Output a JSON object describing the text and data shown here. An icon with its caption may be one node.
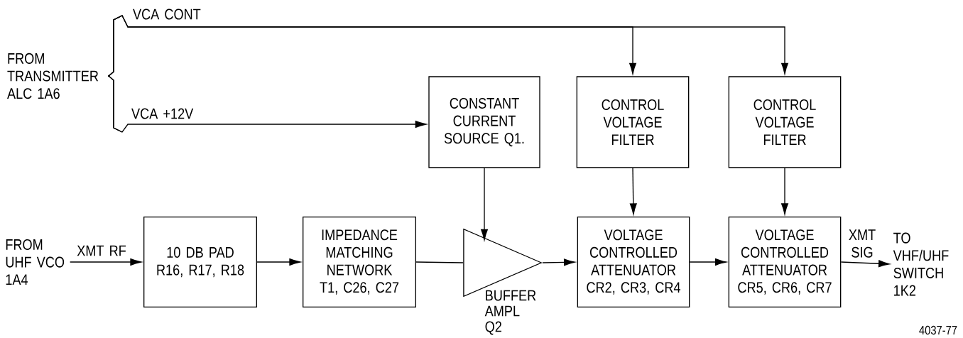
{
  "diagram": {
    "nodes": [
      {
        "text": [
          "FROM TRANSMITTER ALC 1A6"
        ]
      },
      {
        "text": [
          "CONSTANT CURRENT SOURCE Q1."
        ]
      },
      {
        "text": [
          "CONTROL VOLTAGE FILTER"
        ]
      },
      {
        "text": [
          "CONTROL VOLTAGE FILTER"
        ]
      },
      {
        "text": [
          "FROM UHF VCO 1A4"
        ]
      },
      {
        "text": [
          "10 DB PAD R16, R17, R18"
        ]
      },
      {
        "text": [
          "IMPEDANCE MATCHING NETWORK T1, C26, C27"
        ]
      },
      {
        "text": [],
        "shape": "triangle",
        "beside": [
          "BUFFER AMPL Q2"
        ]
      },
      {
        "text": [
          "VOLTAGE CONTROLLED ATTENUATOR CR2, CR3, CR4"
        ]
      },
      {
        "text": [
          "VOLTAGE CONTROLLED ATTENUATOR CR5, CR6, CR7"
        ]
      },
      {
        "text": [
          "TO VHF/UHF SWITCH 1K2"
        ]
      }
    ],
    "edges": [
      {
        "from": 0,
        "to": 2,
        "arrow": "to",
        "label": "VCA CONT"
      },
      {
        "from": 0,
        "to": 3,
        "arrow": "to"
      },
      {
        "from": 0,
        "to": 1,
        "arrow": "to",
        "label": "VCA +12V"
      },
      {
        "from": 1,
        "to": 7,
        "arrow": "to"
      },
      {
        "from": 2,
        "to": 8,
        "arrow": "to"
      },
      {
        "from": 3,
        "to": 9,
        "arrow": "to"
      },
      {
        "from": 4,
        "to": 5,
        "arrow": "to",
        "label": "XMT RF"
      },
      {
        "from": 5,
        "to": 6,
        "arrow": "to"
      },
      {
        "from": 6,
        "to": 7,
        "arrow": "none"
      },
      {
        "from": 7,
        "to": 8,
        "arrow": "to"
      },
      {
        "from": 8,
        "to": 9,
        "arrow": "to"
      },
      {
        "from": 9,
        "to": 10,
        "arrow": "to",
        "label": "XMT SIG"
      }
    ],
    "labels": [
      "4037-77"
    ]
  }
}
